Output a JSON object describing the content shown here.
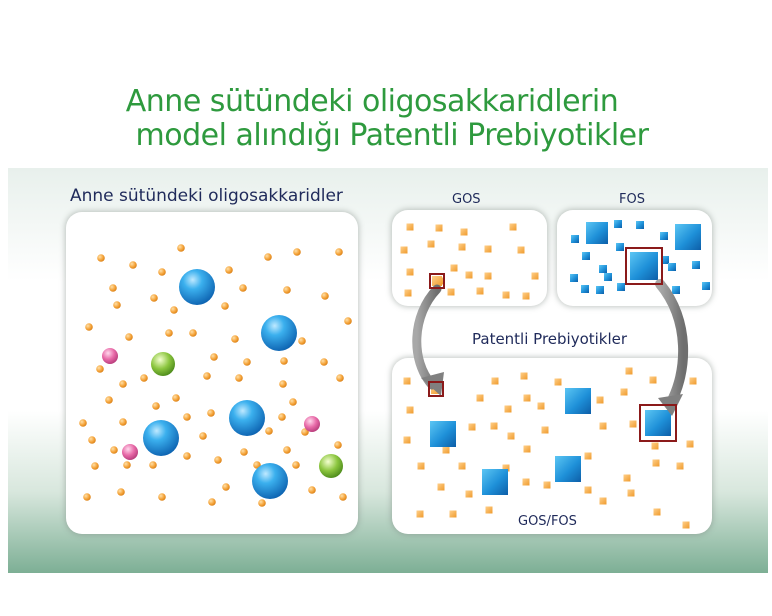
{
  "title": {
    "line1": "Anne sütündeki oligosakkaridlerin",
    "line2": "model alındığı Patentli Prebiyotikler"
  },
  "labels": {
    "milk_panel": "Anne sütündeki oligosakkaridler",
    "gos": "GOS",
    "fos": "FOS",
    "patent": "Patentli Prebiyotikler",
    "gos_fos": "GOS/FOS"
  },
  "colors": {
    "title": "#2e9a3e",
    "label": "#1f2a5a",
    "orange": "#f5a43a",
    "blue": "#1e90d8",
    "pink": "#e86aa8",
    "green": "#8cc63f",
    "highlight": "#8b1a1a",
    "arrow": "#8a8a8a"
  }
}
